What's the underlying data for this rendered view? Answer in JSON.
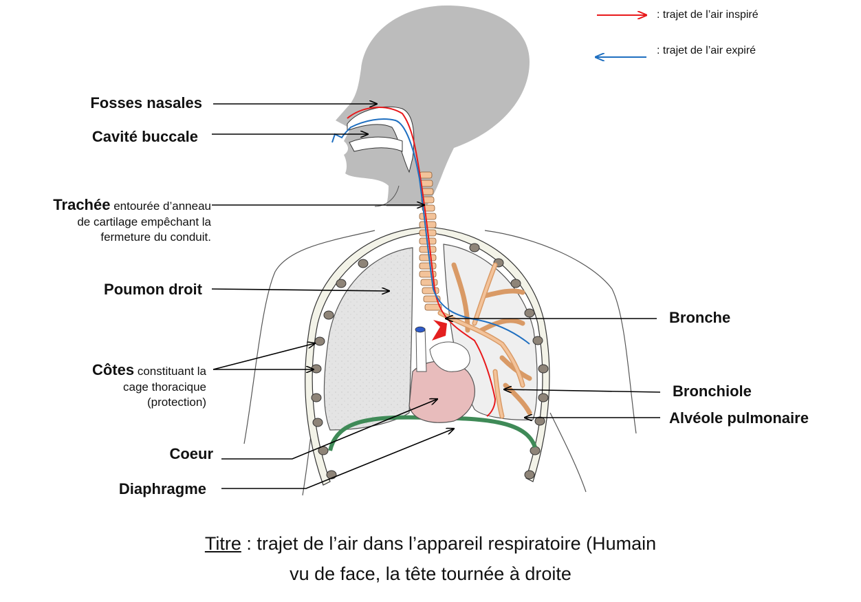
{
  "legend": {
    "inhaled": "Trajet de l’air inspiré",
    "inhaled_prefix": ": trajet de l’air inspiré",
    "exhaled_prefix": ": trajet de l’air expiré",
    "inhaled_color": "#e8191b",
    "exhaled_color": "#1f6fc0"
  },
  "labels": {
    "fosses_nasales": "Fosses nasales",
    "cavite_buccale": "Cavité buccale",
    "trachee_bold": "Trachée",
    "trachee_rest1": " entourée d’anneau",
    "trachee_rest2": "de cartilage empêchant la",
    "trachee_rest3": "fermeture du conduit.",
    "poumon_droit": "Poumon droit",
    "cotes_bold": "Côtes",
    "cotes_rest1": " constituant la",
    "cotes_rest2": "cage thoracique",
    "cotes_rest3": "(protection)",
    "coeur": "Coeur",
    "diaphragme": "Diaphragme",
    "bronche": "Bronche",
    "bronchiole": "Bronchiole",
    "alveole": "Alvéole pulmonaire"
  },
  "caption": {
    "prefix": "Titre",
    "line1": " : trajet de l’air dans l’appareil respiratoire (Humain",
    "line2": "vu de face, la tête tournée à droite"
  },
  "colors": {
    "head": "#bcbcbc",
    "lung": "#e6e6e6",
    "cartilage": "#f3c39a",
    "heart": "#e8bcbc",
    "diaphragm": "#3f8a57",
    "rib": "#8e8478"
  }
}
